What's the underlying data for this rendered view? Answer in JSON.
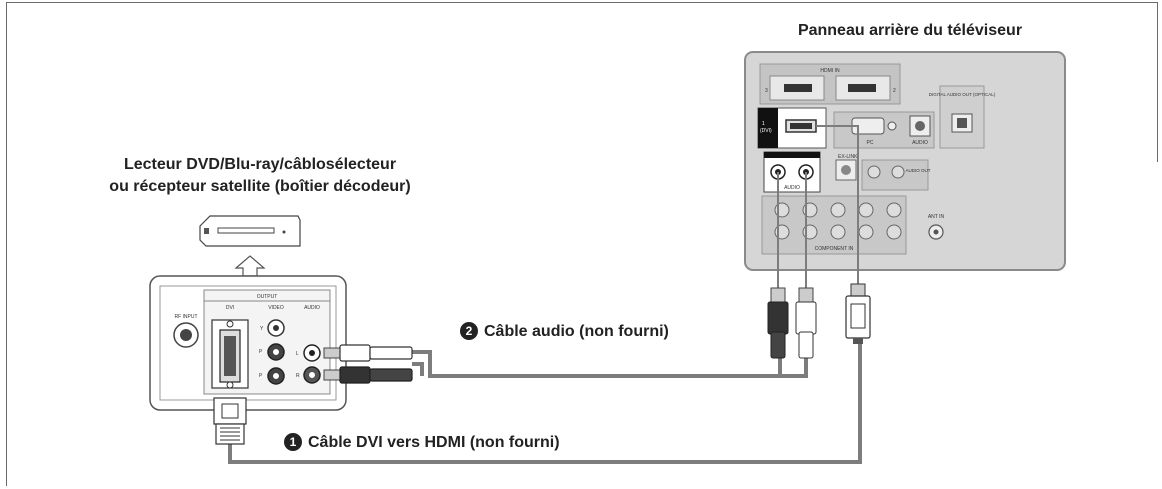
{
  "tv_panel": {
    "title": "Panneau arrière du téléviseur",
    "hdmi_in_label": "HDMI IN",
    "hdmi_port_3": "3",
    "hdmi_port_2": "2",
    "dvi_port_num": "1",
    "dvi_port_text": "(DVI)",
    "digital_audio_label": "DIGITAL AUDIO OUT (OPTICAL)",
    "pc_label": "PC",
    "audio_label": "AUDIO",
    "ex_link_label": "EX-LINK",
    "audio_port_text": "AUDIO",
    "audio_out_label": "AUDIO OUT",
    "component_label": "COMPONENT IN",
    "ant_in_label": "ANT IN"
  },
  "device": {
    "title_line1": "Lecteur DVD/Blu-ray/câblosélecteur",
    "title_line2": "ou récepteur satellite (boîtier décodeur)",
    "output_label": "OUTPUT",
    "dvi_label": "DVI",
    "video_label": "VIDEO",
    "audio_label": "AUDIO",
    "rf_input_label": "RF INPUT",
    "y_label": "Y",
    "pb_label": "P",
    "pr_label": "P",
    "l_label": "L",
    "r_label": "R"
  },
  "cables": {
    "audio_number": "2",
    "audio_label": "Câble audio (non fourni)",
    "dvi_number": "1",
    "dvi_label": "Câble DVI vers HDMI (non fourni)"
  },
  "colors": {
    "cable": "#7d7d7d",
    "panel_bg": "#d9d9d9",
    "panel_border": "#8a8a8a"
  }
}
